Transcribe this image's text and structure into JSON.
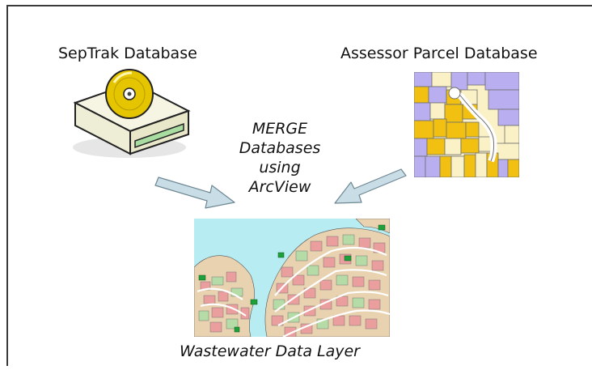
{
  "labels": {
    "septrak": "SepTrak Database",
    "assessor": "Assessor Parcel Database",
    "merge_lines": [
      "MERGE",
      "Databases",
      "using",
      "ArcView"
    ],
    "output": "Wastewater Data Layer"
  },
  "colors": {
    "arrow_fill": "#c8dde6",
    "arrow_stroke": "#6d8793",
    "disc": "#e5c400",
    "drive_body": "#f4f3e0",
    "drive_slot": "#a9dca0",
    "parcel_purple": "#b9aef0",
    "parcel_yellow": "#f1c010",
    "parcel_cream": "#fbf1c6",
    "water": "#b6ecf2",
    "land_pink": "#ea9e9e",
    "land_tan": "#e8d2b0",
    "land_green": "#b5dba6",
    "septic_green": "#1fa03a"
  }
}
